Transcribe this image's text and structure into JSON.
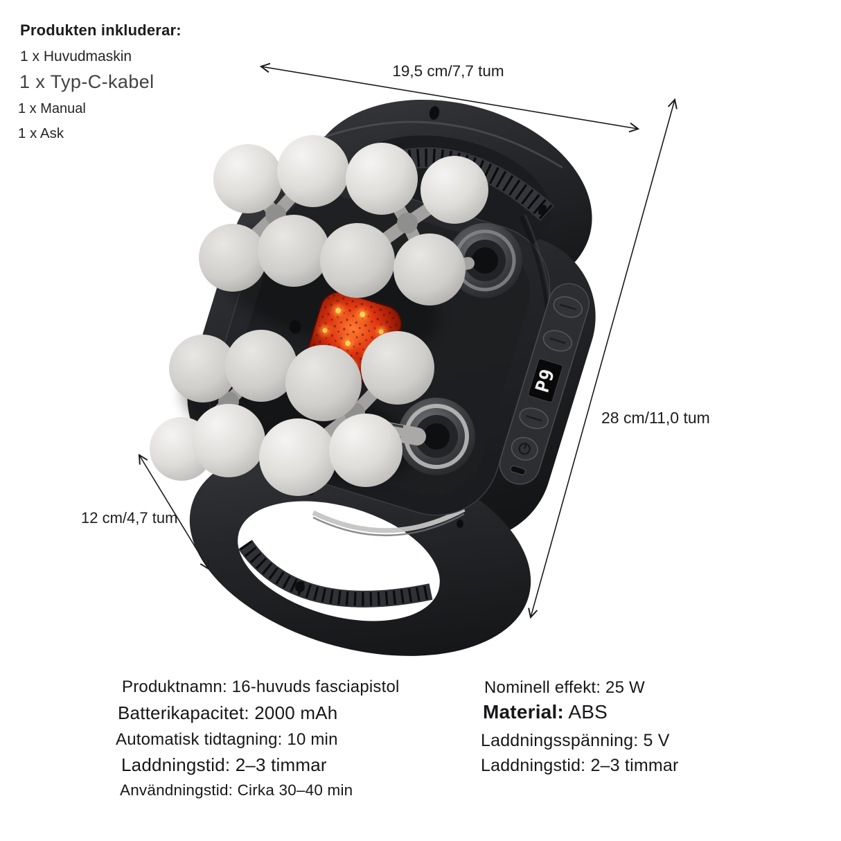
{
  "includes": {
    "title": "Produkten inkluderar:",
    "items": [
      "1 x Huvudmaskin",
      "1 x Typ-C-kabel",
      "1 x Manual",
      "1 x Ask"
    ]
  },
  "dimensions": {
    "width_label": "19,5 cm/7,7 tum",
    "height_label": "28 cm/11,0 tum",
    "depth_label": "12 cm/4,7 tum"
  },
  "device": {
    "display_text": "P9",
    "head_count": 16,
    "body_color": "#26272b",
    "ball_color": "#dedcd9",
    "led_color": "#ff5a22"
  },
  "specs": {
    "left": [
      "Produktnamn: 16-huvuds fasciapistol",
      "Batterikapacitet: 2000 mAh",
      "Automatisk tidtagning: 10 min",
      "Laddningstid: 2–3 timmar",
      "Användningstid: Cirka 30–40 min"
    ],
    "right": {
      "line1": "Nominell effekt: 25 W",
      "material_label": "Material:",
      "material_value": " ABS",
      "line3": "Laddningsspänning: 5 V",
      "line4": "Laddningstid: 2–3 timmar"
    }
  }
}
